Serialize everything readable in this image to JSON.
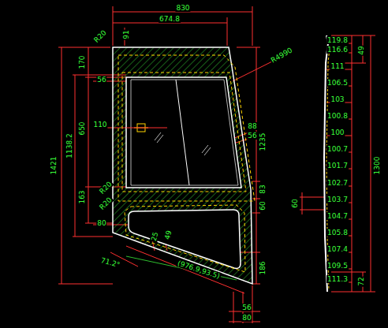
{
  "diagram": {
    "labels": [
      "830",
      "674.8",
      "91",
      "R20",
      "170",
      "56",
      "110",
      "1138.2",
      "650",
      "1421",
      "163",
      "R20",
      "R20",
      "80",
      "71.2°",
      "25",
      "49",
      "(976.9,93.5)",
      "R4990",
      "88",
      "56",
      "1235",
      "83",
      "60",
      "186",
      "56",
      "80",
      "119.8",
      "116.6",
      "49",
      "111",
      "106.5",
      "103",
      "100.8",
      "100",
      "100.7",
      "101.7",
      "102.7",
      "103.7",
      "104.7",
      "105.8",
      "107.4",
      "109.5",
      "111.3",
      "1300",
      "72",
      "60"
    ]
  }
}
